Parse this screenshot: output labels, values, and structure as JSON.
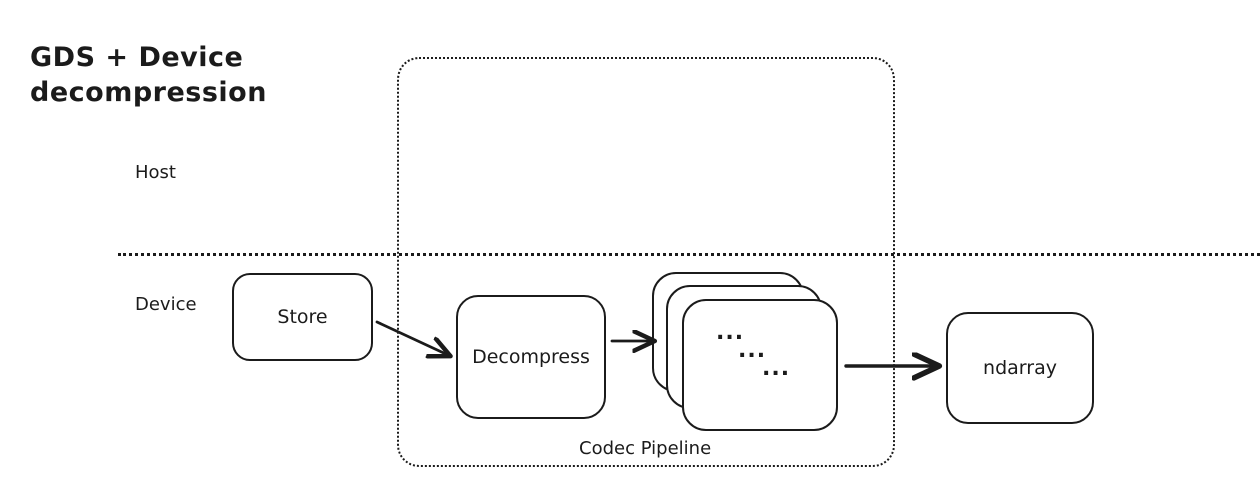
{
  "title": "GDS + Device\ndecompression",
  "labels": {
    "host": "Host",
    "device": "Device"
  },
  "nodes": {
    "store": "Store",
    "decompress": "Decompress",
    "ndarray": "ndarray",
    "dots": "..."
  },
  "pipeline": {
    "label": "Codec Pipeline"
  },
  "colors": {
    "stroke": "#1b1b1b",
    "background": "#ffffff"
  }
}
